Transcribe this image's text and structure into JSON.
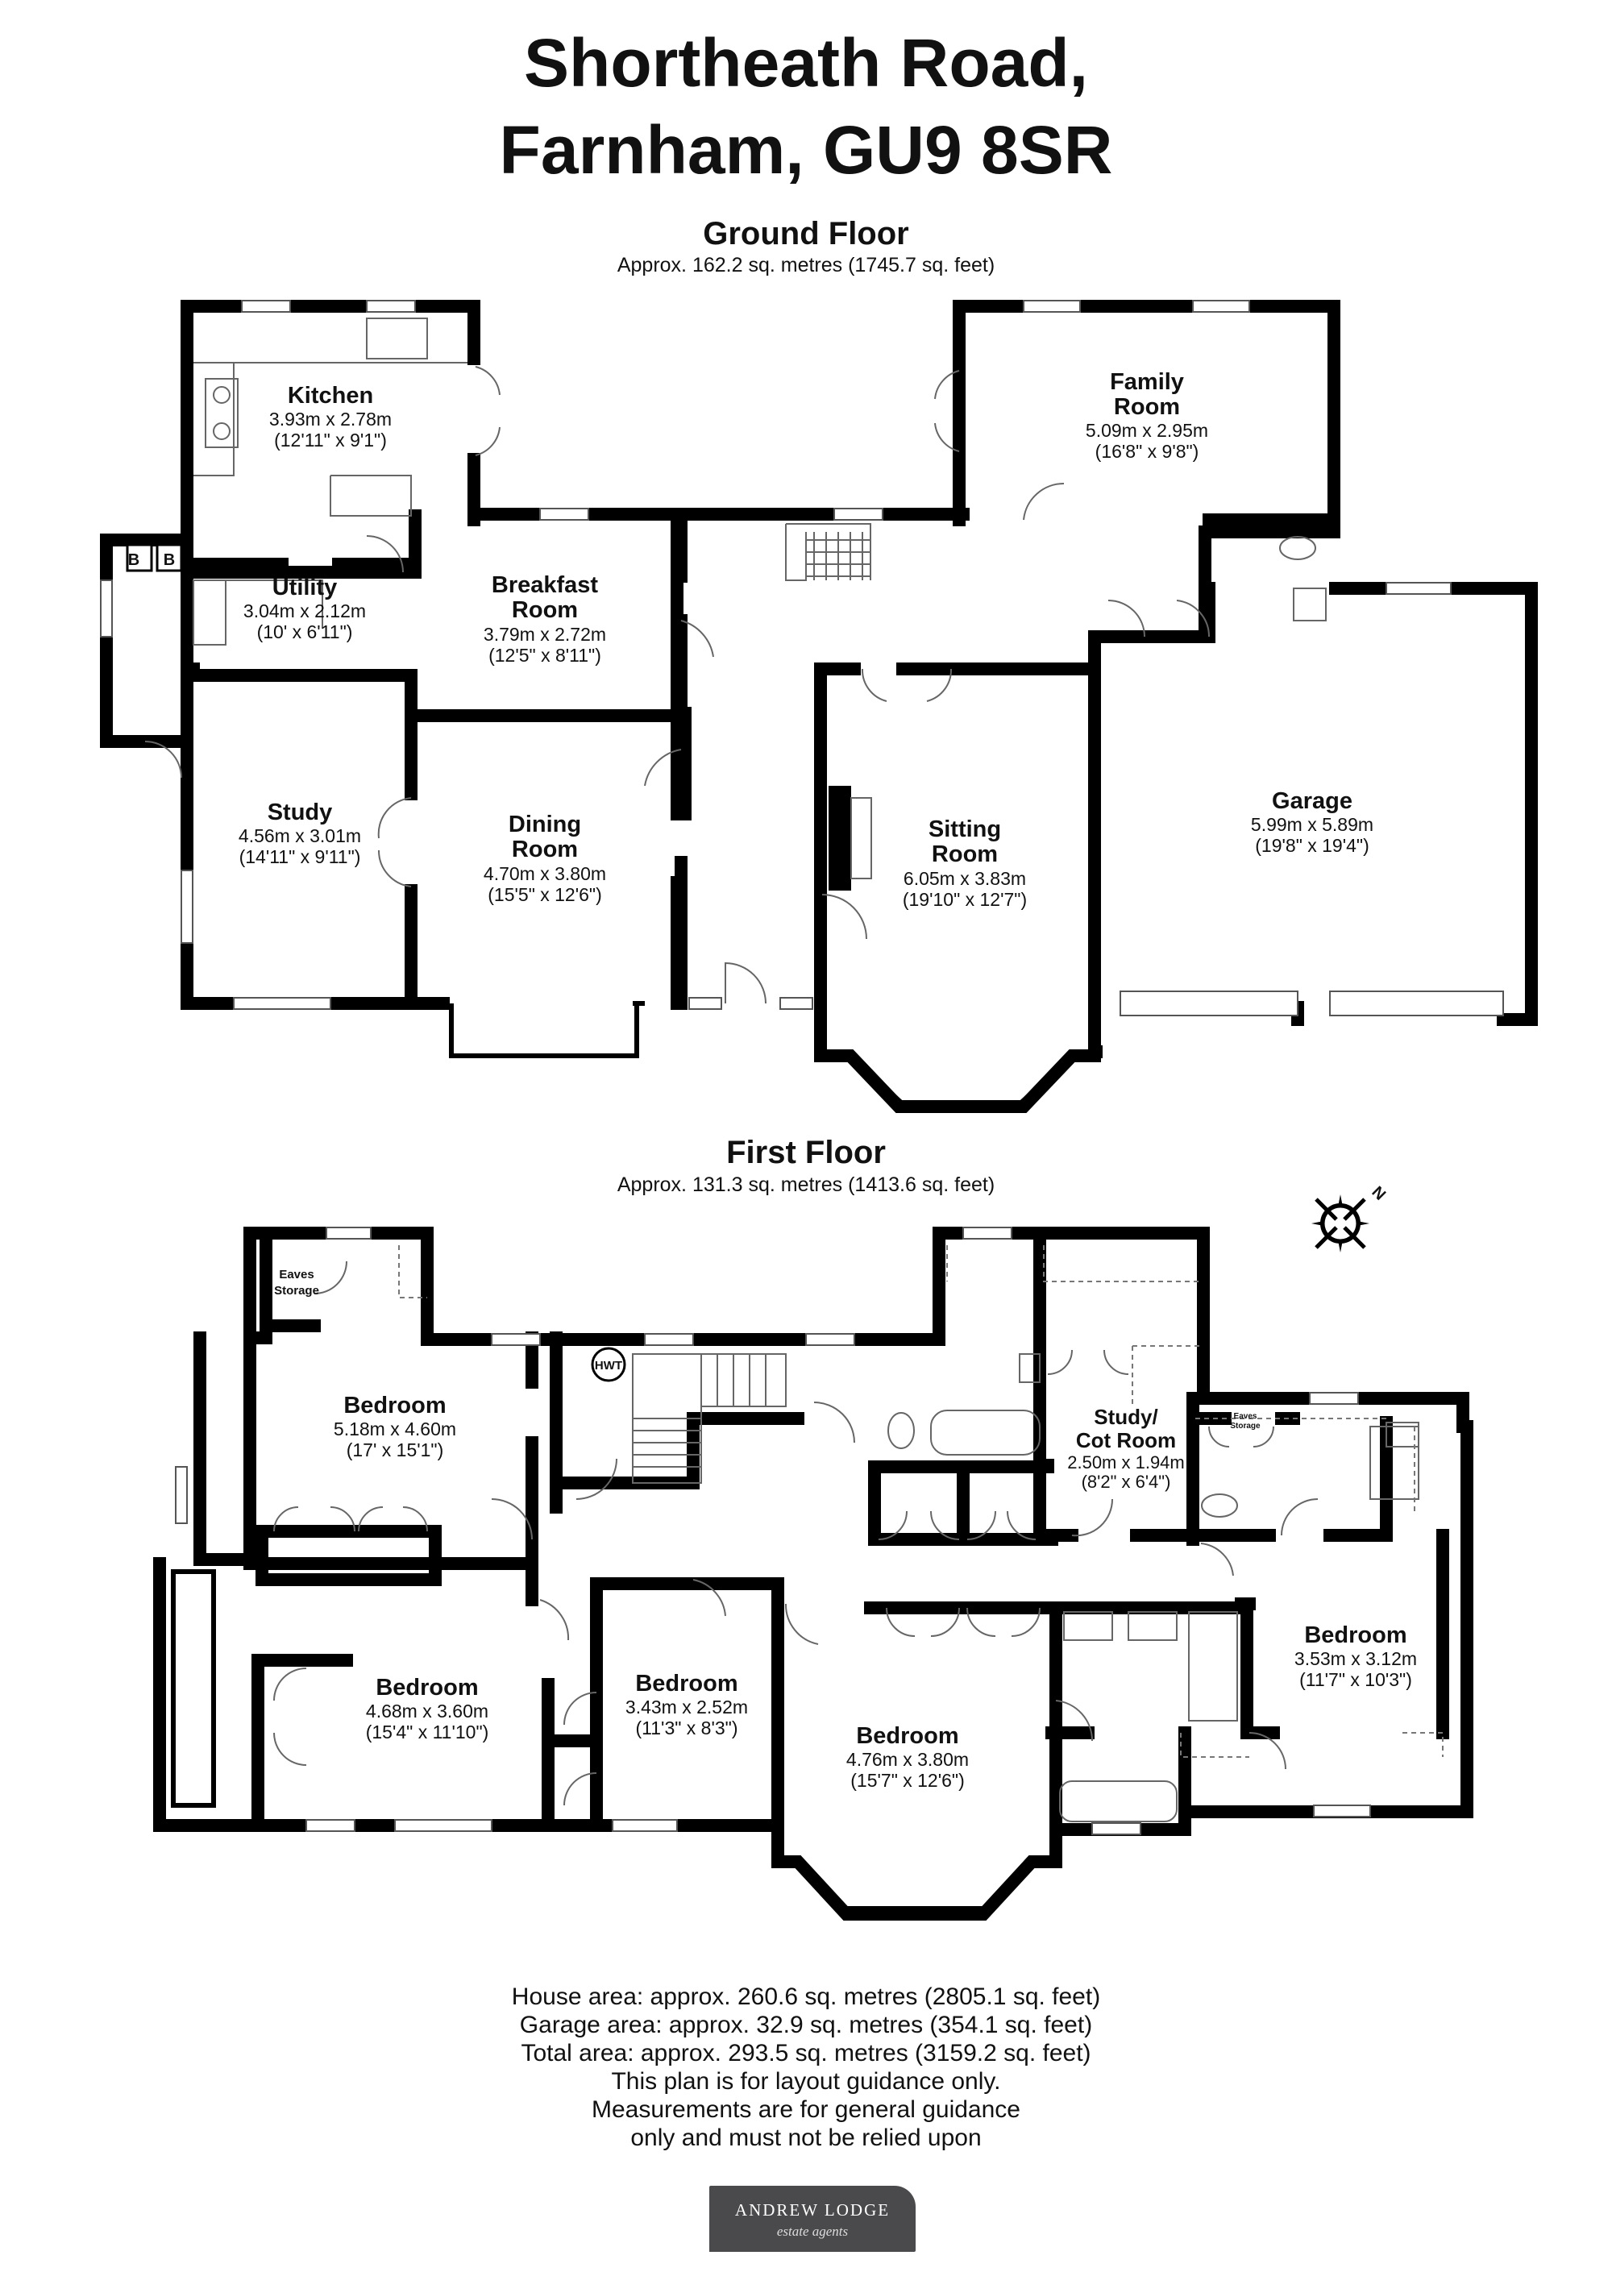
{
  "title": {
    "line1": "Shortheath Road,",
    "line2": "Farnham, GU9 8SR"
  },
  "ground_floor": {
    "title": "Ground Floor",
    "area": "Approx. 162.2 sq. metres (1745.7 sq. feet)",
    "rooms": {
      "kitchen": {
        "name": "Kitchen",
        "metric": "3.93m x 2.78m",
        "imperial": "(12'11\" x 9'1\")"
      },
      "family": {
        "name1": "Family",
        "name2": "Room",
        "metric": "5.09m x 2.95m",
        "imperial": "(16'8\" x 9'8\")"
      },
      "utility": {
        "name": "Utility",
        "metric": "3.04m x 2.12m",
        "imperial": "(10' x 6'11\")"
      },
      "breakfast": {
        "name1": "Breakfast",
        "name2": "Room",
        "metric": "3.79m x 2.72m",
        "imperial": "(12'5\" x 8'11\")"
      },
      "study": {
        "name": "Study",
        "metric": "4.56m x 3.01m",
        "imperial": "(14'11\" x 9'11\")"
      },
      "dining": {
        "name1": "Dining",
        "name2": "Room",
        "metric": "4.70m x 3.80m",
        "imperial": "(15'5\" x 12'6\")"
      },
      "sitting": {
        "name1": "Sitting",
        "name2": "Room",
        "metric": "6.05m x 3.83m",
        "imperial": "(19'10\" x 12'7\")"
      },
      "garage": {
        "name": "Garage",
        "metric": "5.99m x 5.89m",
        "imperial": "(19'8\" x 19'4\")"
      }
    },
    "boiler_labels": [
      "B",
      "B"
    ]
  },
  "first_floor": {
    "title": "First Floor",
    "area": "Approx. 131.3 sq. metres (1413.6 sq. feet)",
    "rooms": {
      "bed1": {
        "name": "Bedroom",
        "metric": "5.18m x 4.60m",
        "imperial": "(17' x 15'1\")"
      },
      "bed2": {
        "name": "Bedroom",
        "metric": "4.68m x 3.60m",
        "imperial": "(15'4\" x 11'10\")"
      },
      "bed3": {
        "name": "Bedroom",
        "metric": "3.43m x 2.52m",
        "imperial": "(11'3\" x 8'3\")"
      },
      "bed4": {
        "name": "Bedroom",
        "metric": "4.76m x 3.80m",
        "imperial": "(15'7\" x 12'6\")"
      },
      "bed5": {
        "name": "Bedroom",
        "metric": "3.53m x 3.12m",
        "imperial": "(11'7\" x 10'3\")"
      },
      "study_cot": {
        "name1": "Study/",
        "name2": "Cot Room",
        "metric": "2.50m x 1.94m",
        "imperial": "(8'2\" x 6'4\")"
      }
    },
    "eaves1": {
      "line1": "Eaves",
      "line2": "Storage"
    },
    "eaves2": {
      "line1": "Eaves",
      "line2": "Storage"
    },
    "hwt": "HWT",
    "compass": "N"
  },
  "footer": {
    "house_area": "House area: approx. 260.6 sq. metres (2805.1 sq. feet)",
    "garage_area": "Garage area: approx. 32.9 sq. metres (354.1 sq. feet)",
    "total_area": "Total area: approx. 293.5 sq. metres (3159.2 sq. feet)",
    "disclaimer1": "This plan is for layout guidance only.",
    "disclaimer2": "Measurements are for general guidance",
    "disclaimer3": "only and must not be relied upon"
  },
  "logo": {
    "line1": "ANDREW LODGE",
    "line2": "estate agents"
  },
  "colors": {
    "wall": "#000000",
    "background": "#ffffff",
    "logo": "#4a4a4c",
    "fixture": "#666666"
  }
}
